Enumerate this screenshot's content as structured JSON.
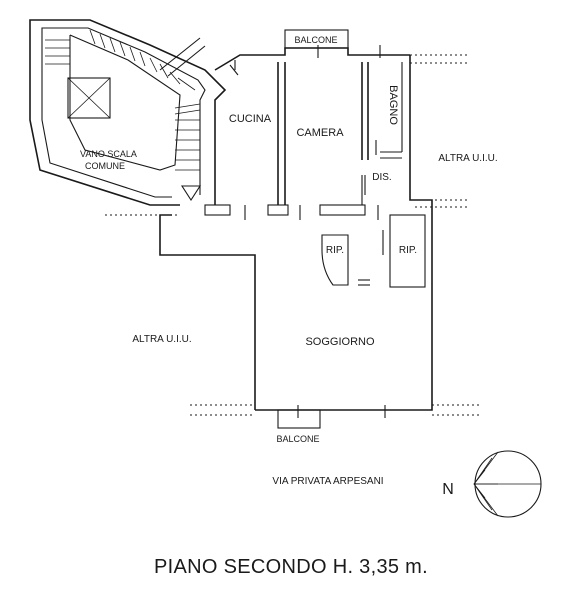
{
  "labels": {
    "balcone_top": "BALCONE",
    "cucina": "CUCINA",
    "camera": "CAMERA",
    "bagno": "BAGNO",
    "dis": "DIS.",
    "vano_scala_1": "VANO SCALA",
    "vano_scala_2": "COMUNE",
    "altra_uiu_right": "ALTRA U.I.U.",
    "altra_uiu_left": "ALTRA U.I.U.",
    "rip_left": "RIP.",
    "rip_right": "RIP.",
    "soggiorno": "SOGGIORNO",
    "balcone_bottom": "BALCONE",
    "street": "VIA PRIVATA ARPESANI",
    "north": "N"
  },
  "caption": "PIANO SECONDO H. 3,35 m."
}
